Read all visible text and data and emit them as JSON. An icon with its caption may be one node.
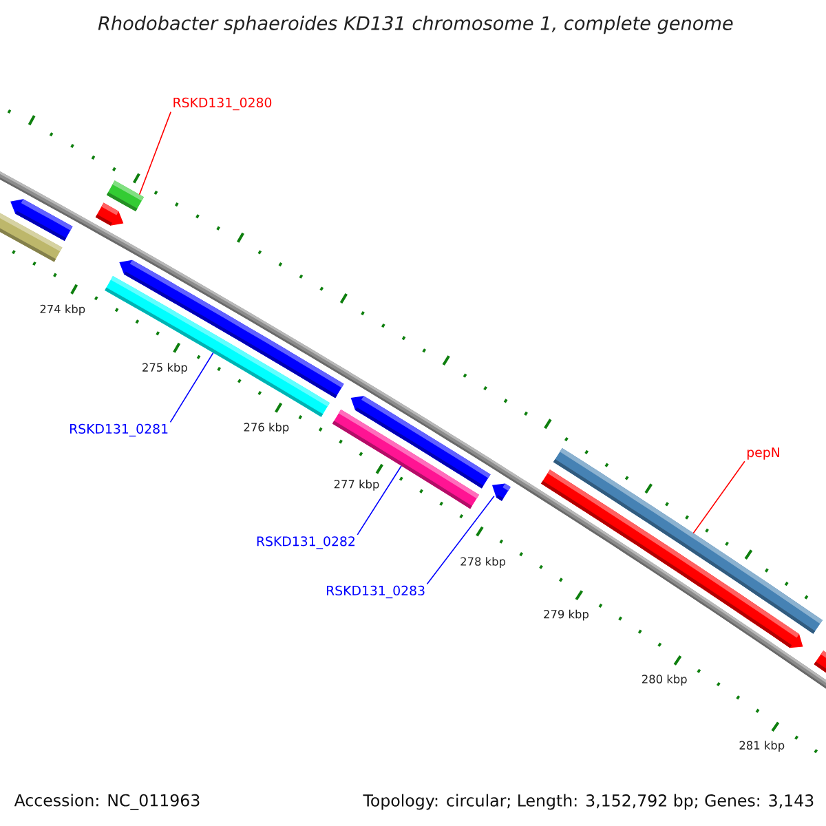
{
  "diagram": {
    "title": "Rhodobacter sphaeroides KD131 chromosome 1, complete genome",
    "nodes": [
      {
        "text": [
          "RSKD131_0280"
        ]
      },
      {
        "text": [],
        "shape": "bar"
      },
      {
        "text": [],
        "shape": "bar"
      },
      {
        "text": [
          "RSKD131_0281"
        ]
      },
      {
        "text": [
          "pepN"
        ]
      },
      {
        "text": [],
        "shape": "bar"
      },
      {
        "text": [],
        "shape": "bar"
      },
      {
        "text": [],
        "shape": "bar"
      },
      {
        "text": [
          "RSKD131_0282"
        ]
      },
      {
        "text": [
          "RSKD131_0283"
        ]
      }
    ],
    "edges": [
      {
        "from": 0,
        "to": 1,
        "arrow": "none",
        "color": "#ff0000"
      },
      {
        "from": 3,
        "to": 2,
        "arrow": "none"
      },
      {
        "from": 4,
        "to": 7,
        "arrow": "none",
        "color": "#ff0000"
      },
      {
        "from": 8,
        "to": 5,
        "arrow": "none"
      },
      {
        "from": 9,
        "to": 6,
        "arrow": "none"
      }
    ],
    "labels": [
      "274 kbp",
      "275 kbp",
      "276 kbp",
      "277 kbp",
      "278 kbp",
      "279 kbp",
      "280 kbp",
      "281 kbp",
      "Accession: NC_011963",
      "Topology: circular; Length: 3,152,792 bp; Genes: 3,143"
    ]
  }
}
